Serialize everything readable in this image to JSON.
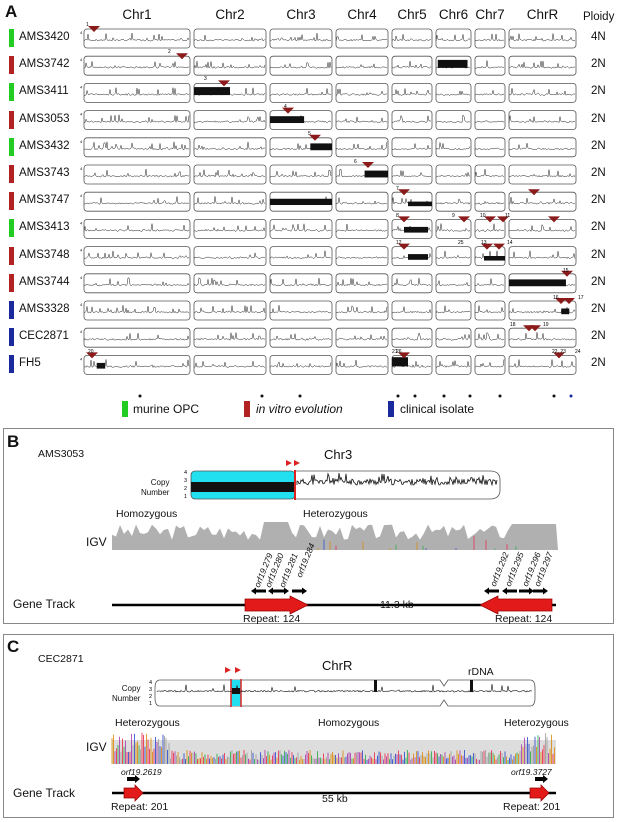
{
  "panelA": {
    "letter": "A",
    "chromosomes": [
      "Chr1",
      "Chr2",
      "Chr3",
      "Chr4",
      "Chr5",
      "Chr6",
      "Chr7",
      "ChrR"
    ],
    "ploidy_header": "Ploidy",
    "strains": [
      {
        "name": "AMS3420",
        "category": "murine",
        "ploidy": "4N"
      },
      {
        "name": "AMS3742",
        "category": "invitro",
        "ploidy": "2N"
      },
      {
        "name": "AMS3411",
        "category": "murine",
        "ploidy": "2N"
      },
      {
        "name": "AMS3053",
        "category": "invitro",
        "ploidy": "2N"
      },
      {
        "name": "AMS3432",
        "category": "murine",
        "ploidy": "2N"
      },
      {
        "name": "AMS3743",
        "category": "invitro",
        "ploidy": "2N"
      },
      {
        "name": "AMS3747",
        "category": "invitro",
        "ploidy": "2N"
      },
      {
        "name": "AMS3413",
        "category": "murine",
        "ploidy": "2N"
      },
      {
        "name": "AMS3748",
        "category": "invitro",
        "ploidy": "2N"
      },
      {
        "name": "AMS3744",
        "category": "invitro",
        "ploidy": "2N"
      },
      {
        "name": "AMS3328",
        "category": "clinical",
        "ploidy": "2N"
      },
      {
        "name": "CEC2871",
        "category": "clinical",
        "ploidy": "2N"
      },
      {
        "name": "FH5",
        "category": "clinical",
        "ploidy": "2N"
      }
    ],
    "category_colors": {
      "murine": "#22cc22",
      "invitro": "#b22222",
      "clinical": "#1a2a9c"
    },
    "legend": [
      {
        "key": "murine",
        "label": "murine OPC"
      },
      {
        "key": "invitro",
        "label": "in vitro evolution"
      },
      {
        "key": "clinical",
        "label": "clinical isolate"
      }
    ],
    "markers": [
      "1",
      "2",
      "3",
      "4",
      "5",
      "6",
      "7",
      "8",
      "9",
      "10",
      "11",
      "12",
      "13",
      "14",
      "15",
      "16",
      "17",
      "18",
      "19",
      "20",
      "21",
      "22, 23",
      "24",
      "25",
      "26"
    ]
  },
  "panelB": {
    "letter": "B",
    "strain": "AMS3053",
    "chrom": "Chr3",
    "copy_number_label": [
      "Copy",
      "Number"
    ],
    "homo_label": "Homozygous",
    "hetero_label": "Heterozygous",
    "igv_label": "IGV",
    "gene_track_label": "Gene Track",
    "orfs": [
      "orf19.279",
      "orf19.280",
      "orf19.281",
      "orf19.284",
      "orf19.292",
      "orf19.295",
      "orf19.296",
      "orf19.297"
    ],
    "distance": "11.3 kb",
    "repeat_left": "Repeat: 124",
    "repeat_right": "Repeat: 124"
  },
  "panelC": {
    "letter": "C",
    "strain": "CEC2871",
    "chrom": "ChrR",
    "rdna": "rDNA",
    "copy_number_label": [
      "Copy",
      "Number"
    ],
    "hetero_left": "Heterozygous",
    "homo_label": "Homozygous",
    "hetero_right": "Heterozygous",
    "igv_label": "IGV",
    "gene_track_label": "Gene Track",
    "orf_left": "orf19.2619",
    "orf_right": "orf19.3727",
    "distance": "55 kb",
    "repeat_left": "Repeat: 201",
    "repeat_right": "Repeat: 201"
  }
}
